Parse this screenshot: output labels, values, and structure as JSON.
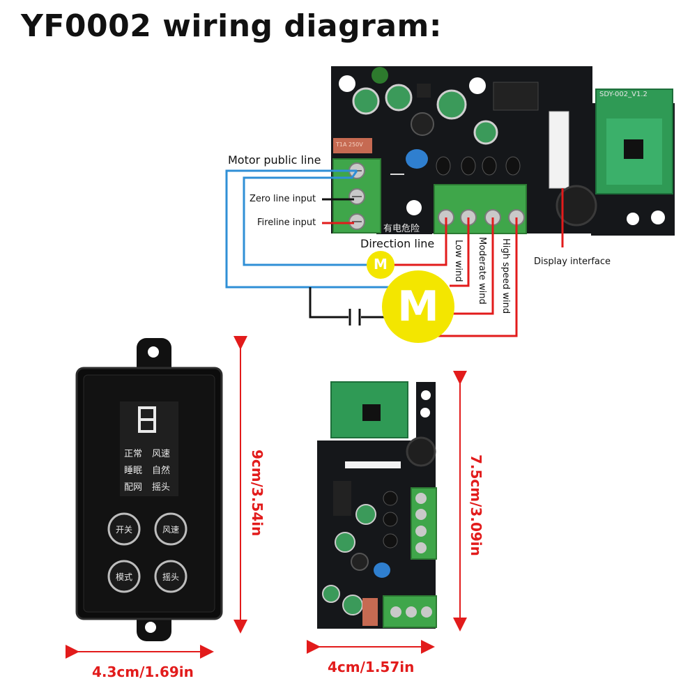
{
  "title": "YF0002 wiring diagram:",
  "labels": {
    "motor_public_line": "Motor public line",
    "zero_line_input": "Zero line input",
    "fireline_input": "Fireline input",
    "direction_line": "Direction line",
    "low_wind": "Low wind",
    "moderate_wind": "Moderate wind",
    "high_speed_wind": "High speed wind",
    "display_interface": "Display interface",
    "motor_small": "M",
    "motor_large": "M"
  },
  "board": {
    "silkscreen_warning": "有电危险",
    "module_label": "SDY-002_V1.2",
    "fuse_label": "T1A 250V"
  },
  "panel": {
    "functions": [
      [
        "正常",
        "风速"
      ],
      [
        "睡眠",
        "自然"
      ],
      [
        "配网",
        "摇头"
      ]
    ],
    "buttons": [
      "开关",
      "风速",
      "模式",
      "摇头"
    ]
  },
  "dimensions": {
    "panel_height": "9cm/3.54in",
    "panel_width": "4.3cm/1.69in",
    "board_height": "7.5cm/3.09in",
    "board_width": "4cm/1.57in"
  },
  "colors": {
    "blue_wire": "#2f8fd6",
    "red_wire": "#e21b1b",
    "black_wire": "#111111",
    "motor_fill": "#f3e600",
    "pcb": "#15171a",
    "terminal_green": "#3fa64a"
  }
}
